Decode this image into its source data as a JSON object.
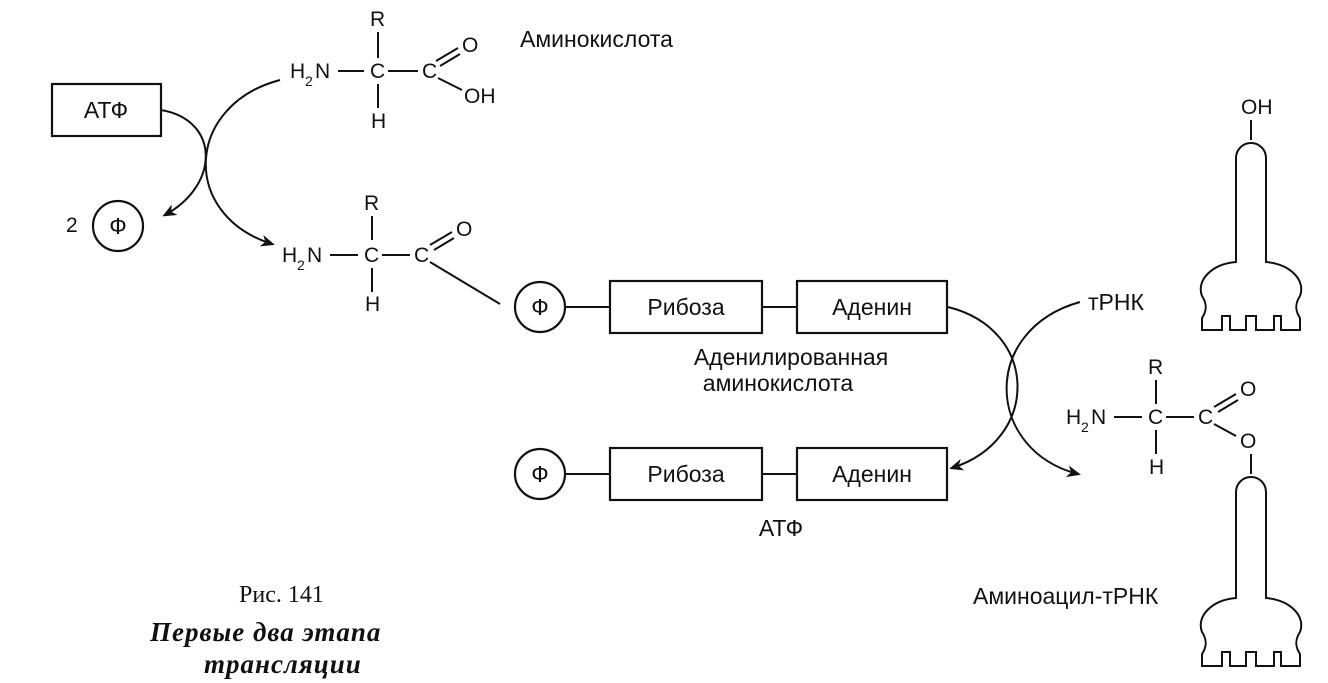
{
  "amino_acid": {
    "label": "Аминокислота",
    "r": "R",
    "h2": "H",
    "n": "N",
    "h_sub": "2",
    "c": "C",
    "c2": "C",
    "o": "O",
    "oh": "OH",
    "h_bottom": "H"
  },
  "atp_box": {
    "label": "АТФ"
  },
  "phosphate_release": {
    "coefficient": "2",
    "symbol": "Ф"
  },
  "adenylated": {
    "r": "R",
    "h2": "H",
    "n": "N",
    "h_sub": "2",
    "c": "C",
    "c2": "C",
    "o": "O",
    "h_bottom": "H",
    "phosphate": "Ф",
    "ribose": "Рибоза",
    "adenine": "Аденин",
    "caption_line1": "Аденилированная",
    "caption_line2": "аминокислота"
  },
  "atp_regenerated": {
    "phosphate": "Ф",
    "ribose": "Рибоза",
    "adenine": "Аденин",
    "caption": "АТФ"
  },
  "trna": {
    "label": "тРНК",
    "oh": "OH"
  },
  "aminoacyl_trna": {
    "label": "Аминоацил-тРНК",
    "r": "R",
    "h2": "H",
    "n": "N",
    "h_sub": "2",
    "c": "C",
    "c2": "C",
    "o": "O",
    "o_link": "O",
    "h_bottom": "H"
  },
  "figure_caption": {
    "number": "Рис. 141",
    "title_line1": "Первые два этапа",
    "title_line2": "трансляции"
  }
}
